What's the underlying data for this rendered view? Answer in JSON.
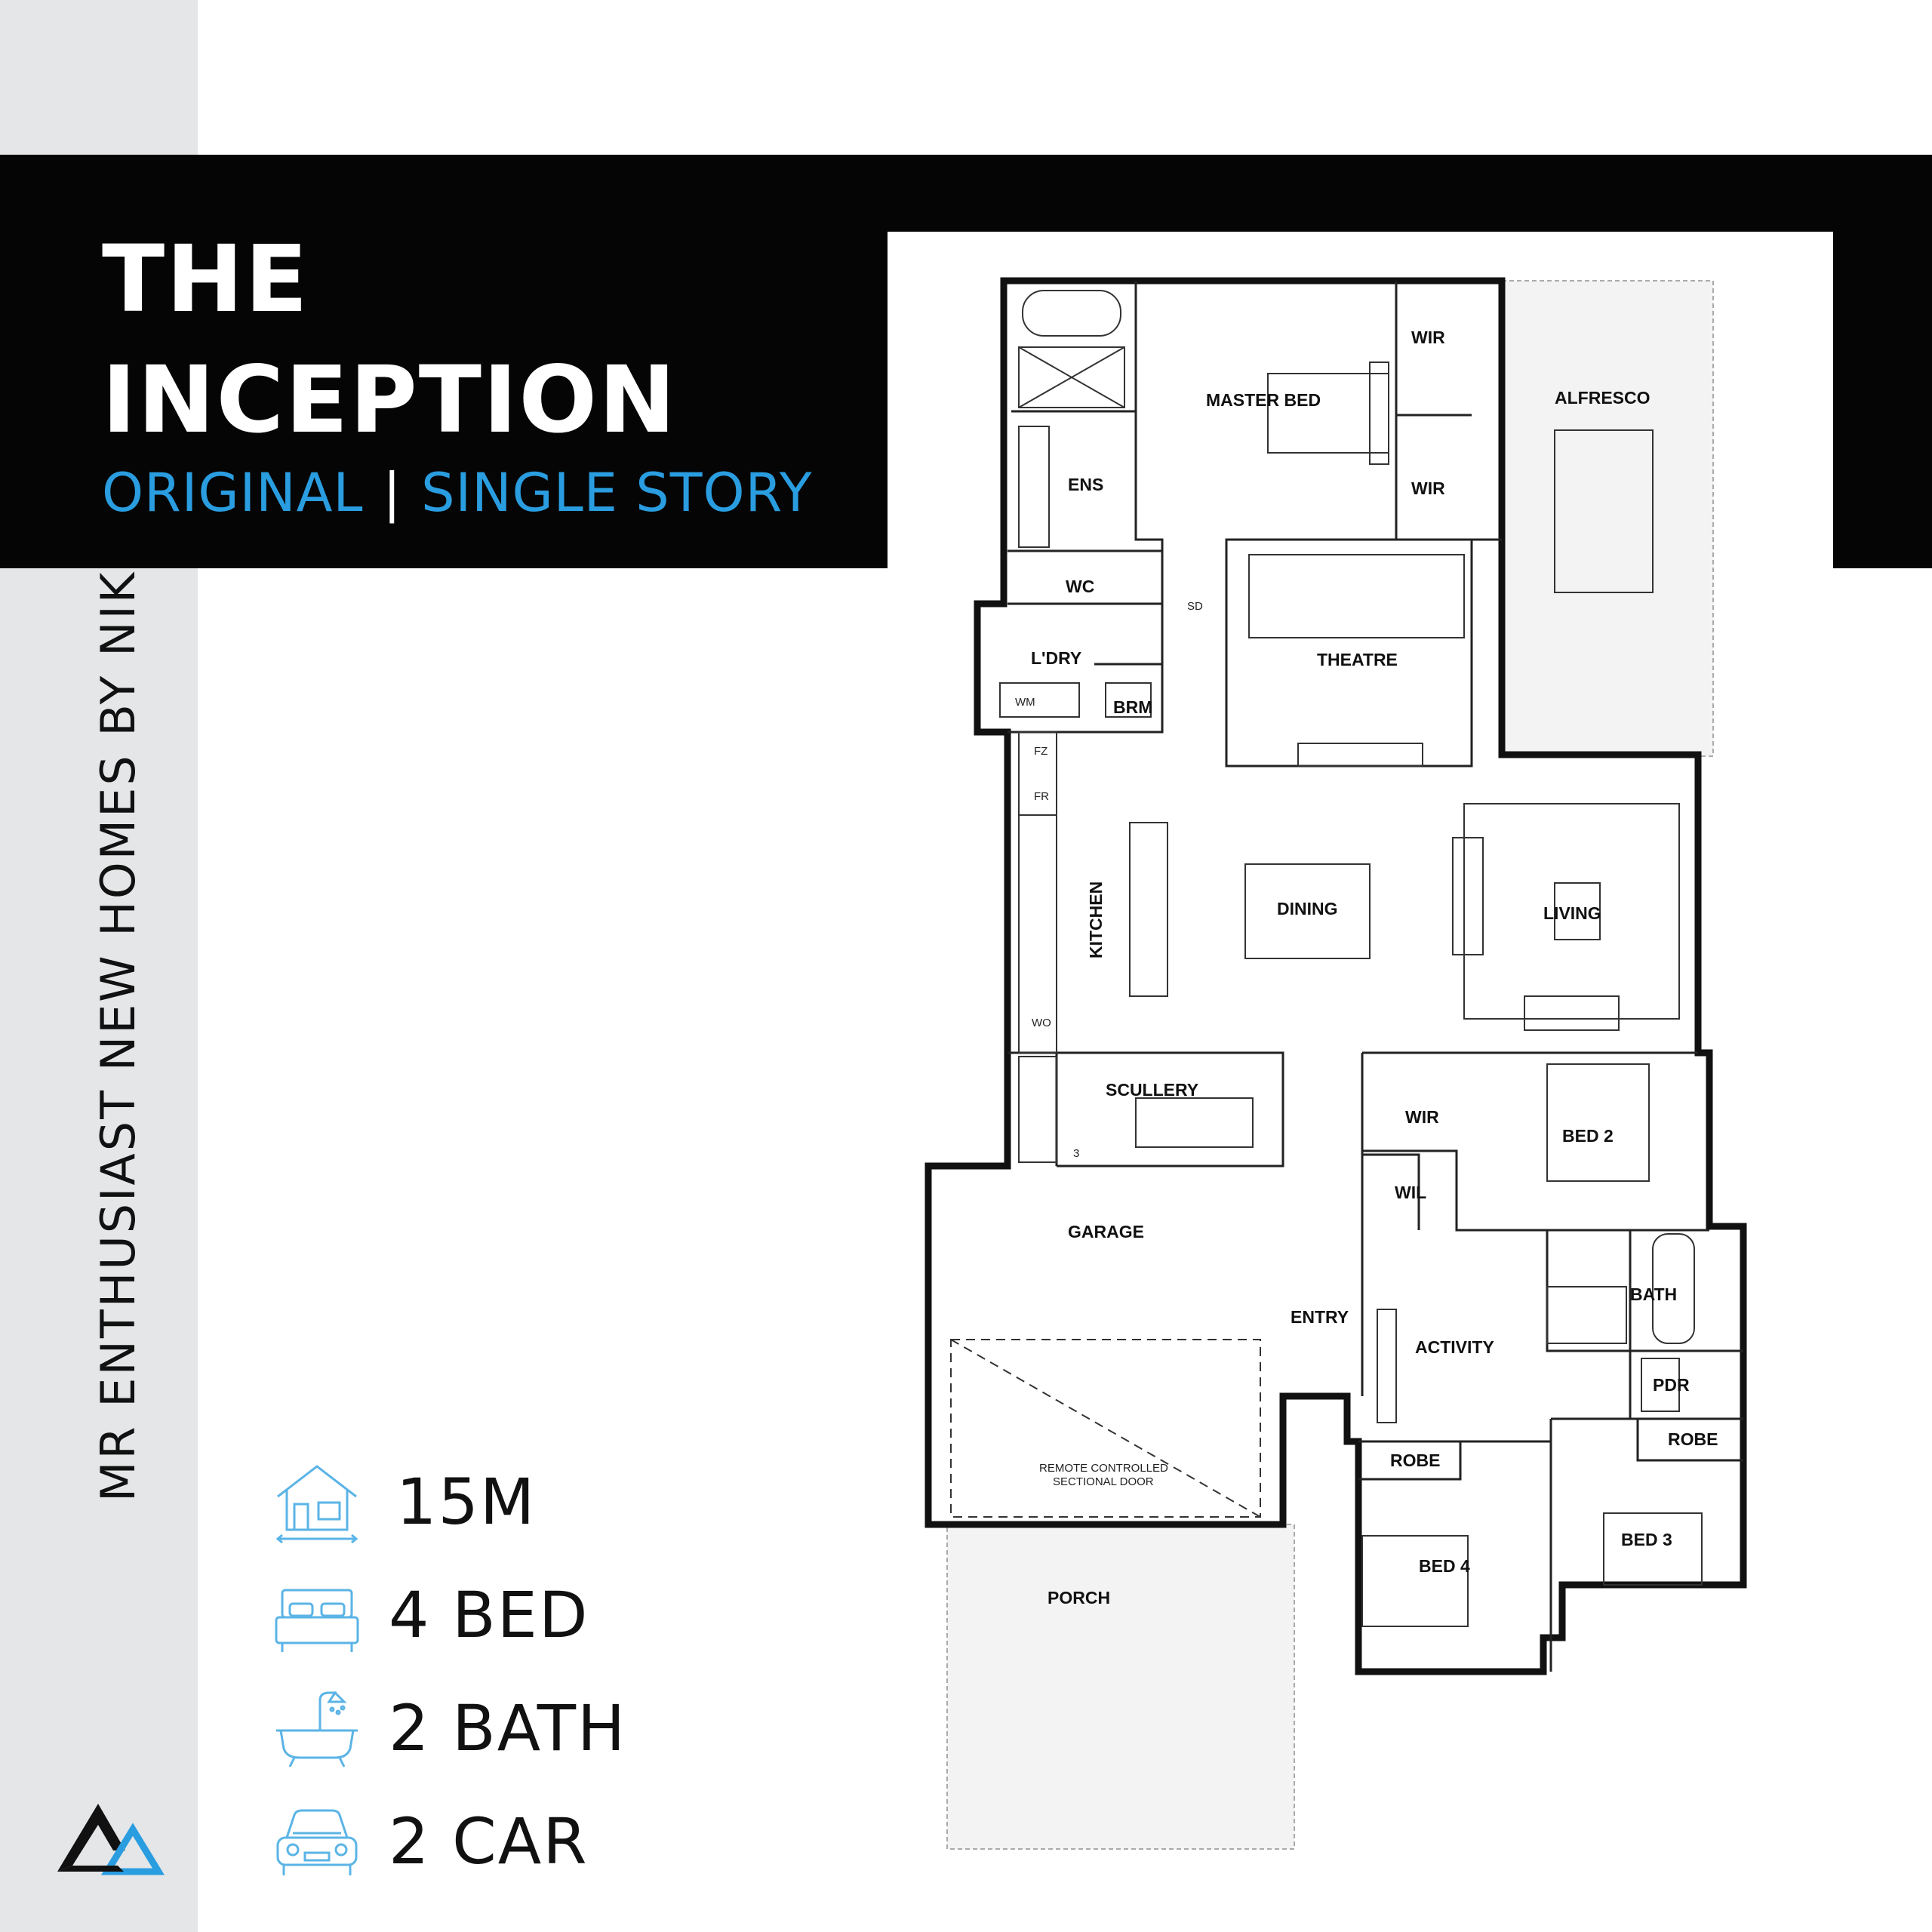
{
  "sidebar": {
    "brand": "MR ENTHUSIAST NEW HOMES BY NIK"
  },
  "header": {
    "title_line1": "THE",
    "title_line2": "INCEPTION",
    "subtitle_left": "ORIGINAL",
    "subtitle_sep": "|",
    "subtitle_right": "SINGLE STORY"
  },
  "stats": [
    {
      "icon": "house-width-icon",
      "label": "15M"
    },
    {
      "icon": "bed-icon",
      "label": "4 BED"
    },
    {
      "icon": "bathtub-icon",
      "label": "2 BATH"
    },
    {
      "icon": "car-icon",
      "label": "2 CAR"
    }
  ],
  "rooms": {
    "wir1": "WIR",
    "master_bed": "MASTER BED",
    "alfresco": "ALFRESCO",
    "wir2": "WIR",
    "ens": "ENS",
    "wc": "WC",
    "sd": "SD",
    "theatre": "THEATRE",
    "ldry": "L'DRY",
    "wm": "WM",
    "brm": "BRM",
    "fz": "FZ",
    "fr": "FR",
    "kitchen": "KITCHEN",
    "dining": "DINING",
    "living": "LIVING",
    "wo": "WO",
    "scullery": "SCULLERY",
    "wir3": "WIR",
    "bed2": "BED 2",
    "wil": "WIL",
    "garage": "GARAGE",
    "entry": "ENTRY",
    "bath": "BATH",
    "activity": "ACTIVITY",
    "pdr": "PDR",
    "robe1": "ROBE",
    "robe2": "ROBE",
    "door_note1": "REMOTE CONTROLLED",
    "door_note2": "SECTIONAL DOOR",
    "bed3": "BED 3",
    "bed4": "BED 4",
    "porch": "PORCH",
    "step": "3"
  },
  "colors": {
    "accent": "#2a9de0",
    "banner": "#050505",
    "sidebar": "#e4e6e8",
    "icon": "#5bb4e6"
  }
}
